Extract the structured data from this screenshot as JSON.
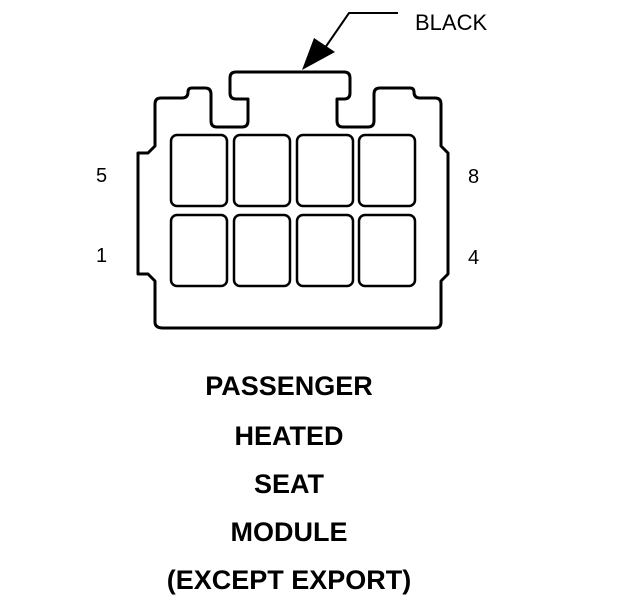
{
  "connector": {
    "color_label": "BLACK",
    "pin_labels": {
      "top_left": "5",
      "top_right": "8",
      "bottom_left": "1",
      "bottom_right": "4"
    },
    "cavity_rows": 2,
    "cavity_columns": 4
  },
  "caption_lines": [
    "PASSENGER",
    "HEATED",
    "SEAT",
    "MODULE",
    "(EXCEPT EXPORT)"
  ],
  "colors": {
    "line": "#000000",
    "background": "#ffffff"
  }
}
